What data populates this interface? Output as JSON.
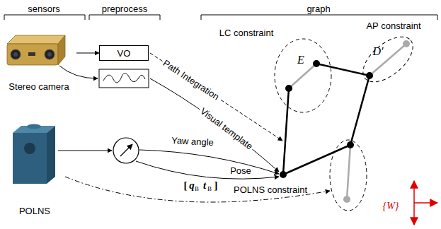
{
  "diagram": {
    "nodes": [
      {
        "text": [
          "Stereo camera"
        ]
      },
      {
        "text": [
          "VO"
        ]
      },
      {
        "text": [
          "POLNS"
        ]
      }
    ],
    "edges": [
      {
        "from": 0,
        "to": 1,
        "arrow": "to"
      }
    ],
    "labels": [
      "sensors",
      "preprocess",
      "graph",
      "LC constraint",
      "AP constraint",
      "E",
      "D′",
      "Path Integration",
      "Visual template",
      "Yaw angle",
      "Pose",
      "[",
      "q",
      "B",
      "t",
      "B",
      "]",
      "POLNS constraint",
      "{W}"
    ]
  }
}
